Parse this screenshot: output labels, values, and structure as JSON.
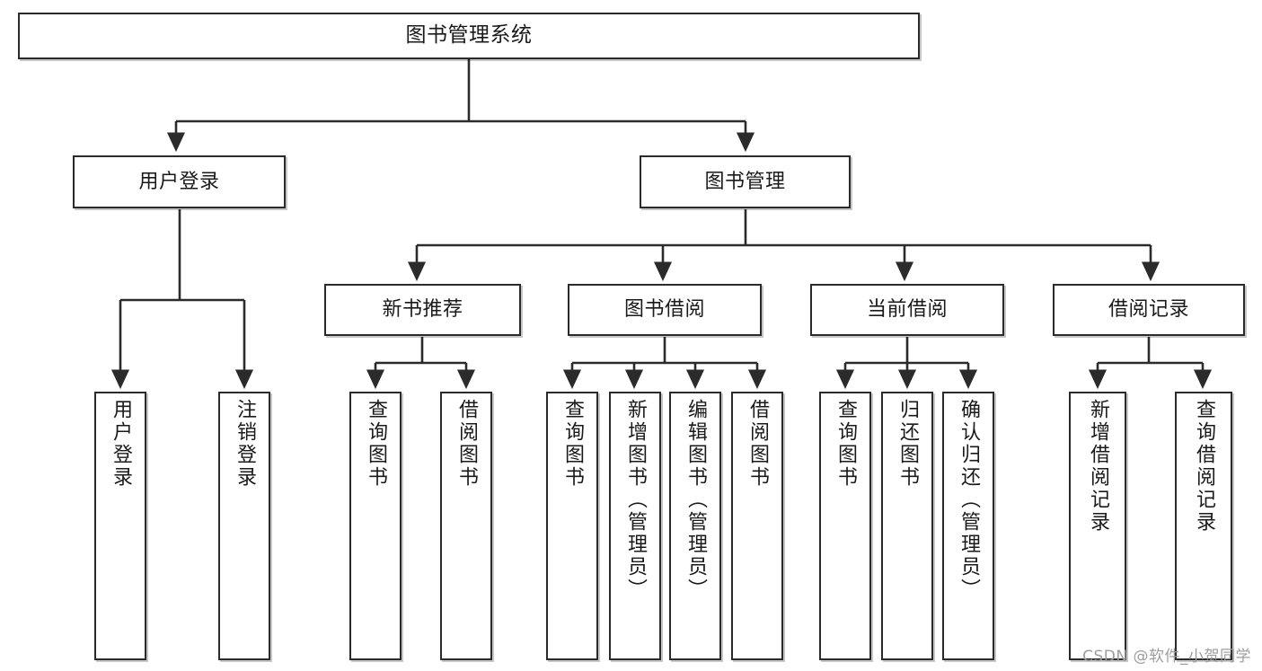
{
  "diagram": {
    "title": "图书管理系统",
    "type": "tree",
    "watermark": "CSDN @软件_小贺同学",
    "colors": {
      "node_border": "#2b2b2b",
      "node_fill": "#ffffff",
      "edge": "#2b2b2b",
      "text": "#1a1a1a",
      "watermark": "#9d9d9d",
      "background": "#ffffff"
    },
    "nodes": {
      "root": {
        "label": "图书管理系统"
      },
      "level2": [
        {
          "id": "user-login",
          "label": "用户登录"
        },
        {
          "id": "book-management",
          "label": "图书管理"
        }
      ],
      "level3": [
        {
          "id": "new-book-recommend",
          "label": "新书推荐"
        },
        {
          "id": "book-borrow",
          "label": "图书借阅"
        },
        {
          "id": "current-borrow",
          "label": "当前借阅"
        },
        {
          "id": "borrow-record",
          "label": "借阅记录"
        }
      ],
      "leaves": {
        "user-login": [
          {
            "id": "leaf-user-login",
            "label": "用户登录"
          },
          {
            "id": "leaf-user-logout",
            "label": "注销登录"
          }
        ],
        "new-book-recommend": [
          {
            "id": "leaf-query-book-1",
            "label": "查询图书"
          },
          {
            "id": "leaf-borrow-book-1",
            "label": "借阅图书"
          }
        ],
        "book-borrow": [
          {
            "id": "leaf-query-book-2",
            "label": "查询图书"
          },
          {
            "id": "leaf-add-book",
            "label": "新增图书（管理员）"
          },
          {
            "id": "leaf-edit-book",
            "label": "编辑图书（管理员）"
          },
          {
            "id": "leaf-borrow-book-2",
            "label": "借阅图书"
          }
        ],
        "current-borrow": [
          {
            "id": "leaf-query-book-3",
            "label": "查询图书"
          },
          {
            "id": "leaf-return-book",
            "label": "归还图书"
          },
          {
            "id": "leaf-confirm-return",
            "label": "确认归还（管理员）"
          }
        ],
        "borrow-record": [
          {
            "id": "leaf-add-record",
            "label": "新增借阅记录"
          },
          {
            "id": "leaf-query-record",
            "label": "查询借阅记录"
          }
        ]
      }
    }
  }
}
